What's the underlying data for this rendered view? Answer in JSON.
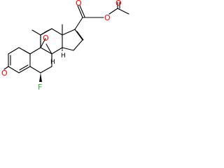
{
  "molecule": {
    "atoms": {
      "oxo_ring_a": "O",
      "fluoro": "F",
      "epoxide_oxygen": "O",
      "ketone_oxygen": "O",
      "ester_oxygen": "O",
      "acetyl_oxygen": "O",
      "h_8": "H",
      "h_14": "H"
    },
    "colors": {
      "oxygen": "#ff0000",
      "fluorine": "#33aa33",
      "bond": "#000000"
    }
  }
}
